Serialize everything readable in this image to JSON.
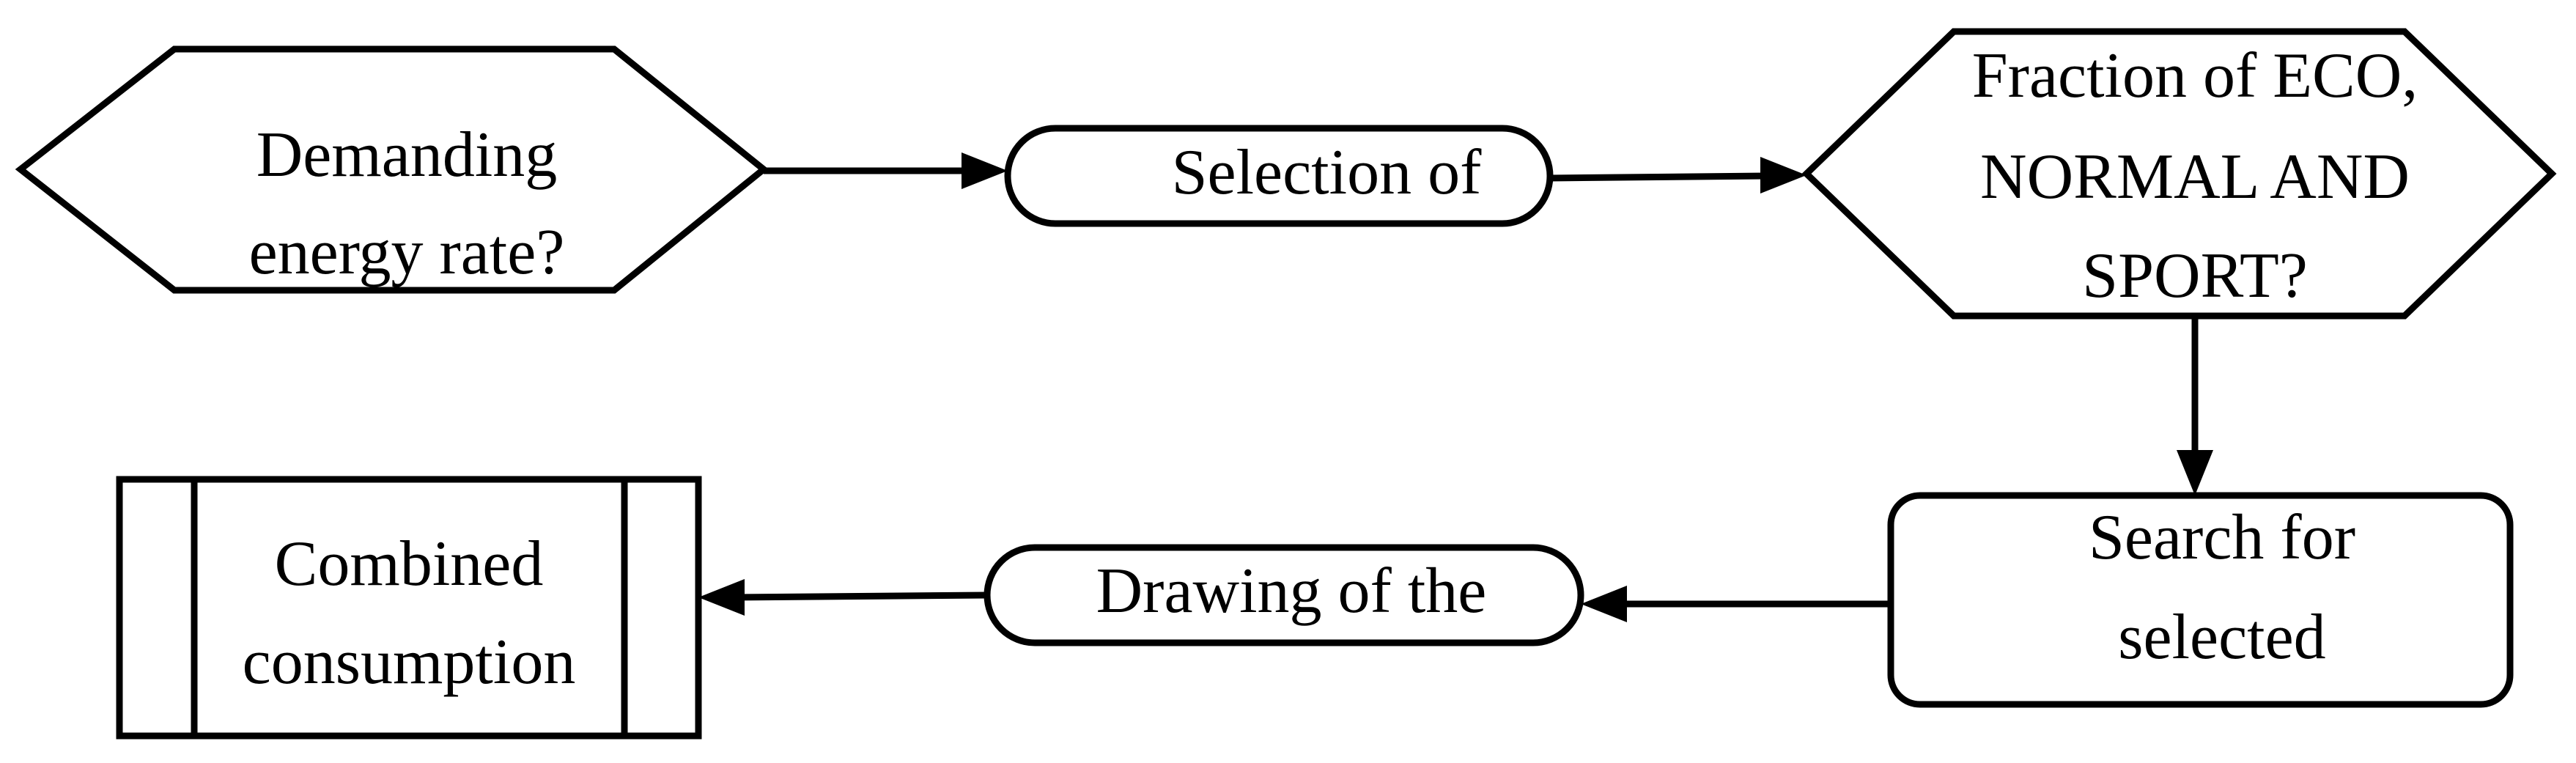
{
  "nodes": {
    "demanding_energy": {
      "shape": "hexagon",
      "lines": [
        "Demanding",
        "energy rate?"
      ]
    },
    "selection": {
      "shape": "ellipse",
      "lines": [
        "Selection of"
      ]
    },
    "fraction_modes": {
      "shape": "hexagon",
      "lines": [
        "Fraction of ECO,",
        "NORMAL AND",
        "SPORT?"
      ]
    },
    "search_selected": {
      "shape": "rounded-rectangle",
      "lines": [
        "Search for",
        "selected"
      ]
    },
    "drawing": {
      "shape": "ellipse",
      "lines": [
        "Drawing of the"
      ]
    },
    "combined_consumption": {
      "shape": "predefined-process",
      "lines": [
        "Combined",
        "consumption"
      ]
    }
  },
  "edges": [
    {
      "from": "demanding_energy",
      "to": "selection"
    },
    {
      "from": "selection",
      "to": "fraction_modes"
    },
    {
      "from": "fraction_modes",
      "to": "search_selected"
    },
    {
      "from": "search_selected",
      "to": "drawing"
    },
    {
      "from": "drawing",
      "to": "combined_consumption"
    }
  ],
  "colors": {
    "stroke": "#000000",
    "fill": "#ffffff",
    "text": "#000000"
  }
}
